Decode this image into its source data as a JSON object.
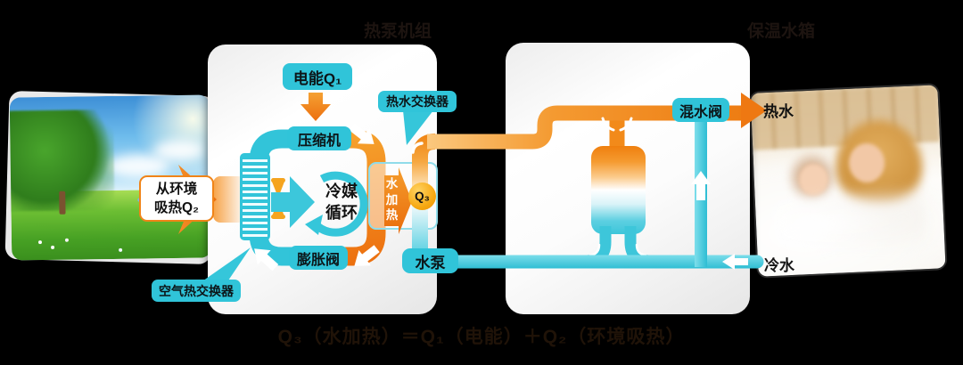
{
  "colors": {
    "background": "#000000",
    "pipe_cyan": "#30c4d9",
    "pipe_orange": "#f08018",
    "label_bg": "#30c4d9",
    "q3_badge": "#f5a011",
    "env_border": "#f08418"
  },
  "titles": {
    "unit1": "热泵机组",
    "unit2": "保温水箱"
  },
  "environment": {
    "label_line1": "从环境",
    "label_line2": "吸热Q₂"
  },
  "unit1": {
    "electric": "电能Q₁",
    "compressor": "压缩机",
    "refrigerant_line1": "冷媒",
    "refrigerant_line2": "循环",
    "expansion_valve": "膨胀阀",
    "air_heat_exchanger": "空气热交换器",
    "water_heat_exchanger": "热水交换器",
    "water_heating": "水加热",
    "q3": "Q₃",
    "pump": "水泵"
  },
  "unit2": {
    "mixing_valve": "混水阀",
    "hot_water": "热水",
    "cold_water": "冷水"
  },
  "formula": "Q₃（水加热）＝Q₁（电能）＋Q₂（环境吸热）"
}
